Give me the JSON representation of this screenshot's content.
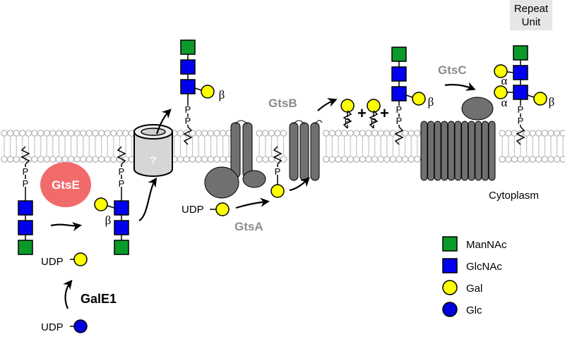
{
  "labels": {
    "repeat_unit_line1": "Repeat",
    "repeat_unit_line2": "Unit",
    "cytoplasm": "Cytoplasm",
    "transporter": "?",
    "udp": "UDP",
    "plus": "+",
    "phosphate": "P",
    "beta": "β",
    "alpha": "α"
  },
  "enzymes": {
    "gtsE": "GtsE",
    "gtsA": "GtsA",
    "gtsB": "GtsB",
    "gtsC": "GtsC",
    "galE1": "GalE1"
  },
  "legend": [
    {
      "label": "ManNAc",
      "shape": "square",
      "color": "#0a9a2a"
    },
    {
      "label": "GlcNAc",
      "shape": "square",
      "color": "#0000ee"
    },
    {
      "label": "Gal",
      "shape": "circle",
      "color": "#ffff00"
    },
    {
      "label": "Glc",
      "shape": "circle",
      "color": "#0000dd"
    }
  ],
  "colors": {
    "mannac": "#0a9a2a",
    "glcnac": "#0000ee",
    "gal": "#ffff00",
    "glc": "#0000dd",
    "gtsE_fill": "#f26b6b",
    "protein": "#707070",
    "enzyme_text": "#8c8c8c"
  }
}
